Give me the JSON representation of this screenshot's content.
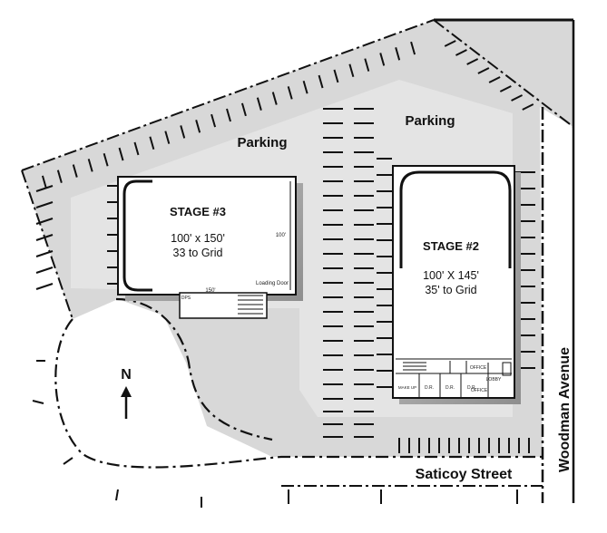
{
  "labels": {
    "parking_left": "Parking",
    "parking_right": "Parking",
    "street_bottom": "Saticoy Street",
    "street_right": "Woodman Avenue",
    "north": "N"
  },
  "stage3": {
    "name": "STAGE #3",
    "dimensions": "100' x 150'",
    "grid": "33 to Grid",
    "side_dim": "100'",
    "bottom_dim": "150'",
    "door": "Loading Door",
    "tag": "DPS"
  },
  "stage2": {
    "name": "STAGE #2",
    "dimensions": "100' X 145'",
    "grid": "35' to Grid"
  },
  "stage2_rooms": {
    "office_top": "OFFICE",
    "lobby": "LOBBY",
    "makeup": "MAKE UP",
    "dr1": "D.R.",
    "dr2": "D.R.",
    "dr3": "D.R.",
    "office_bottom": "OFFICE"
  },
  "colors": {
    "lot": "#d8d8d8",
    "building": "#ffffff",
    "line": "#111111"
  }
}
